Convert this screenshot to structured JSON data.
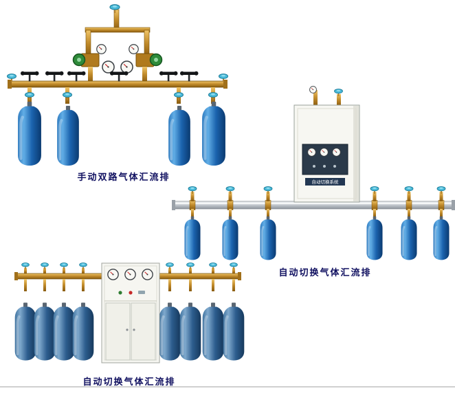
{
  "page": {
    "background": "#ffffff"
  },
  "products": [
    {
      "id": "manual-dual-manifold",
      "caption": "手动双路气体汇流排"
    },
    {
      "id": "auto-switch-manifold-wall-cabinet",
      "caption": "自动切换气体汇流排",
      "cabinet_label": "自动切换系统"
    },
    {
      "id": "auto-switch-manifold-floor-cabinet",
      "caption": "自动切换气体汇流排"
    }
  ],
  "colors": {
    "cylinder_blue": "#1b63ae",
    "cylinder_steel": "#2d5d8e",
    "brass_pipe": "#c08a2a",
    "silver_pipe": "#c6ccd2",
    "caption_text": "#101060",
    "panel_navy": "#2b3a4a",
    "handwheel_cyan": "#49b9d8"
  }
}
